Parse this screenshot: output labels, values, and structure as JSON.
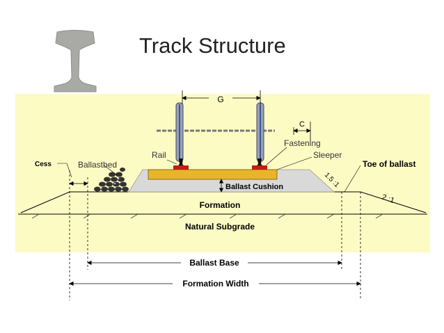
{
  "title": "Track Structure",
  "labels": {
    "gauge": "G",
    "clearance": "C",
    "fastening": "Fastening",
    "sleeper": "Sleeper",
    "rail": "Rail",
    "cess": "Cess",
    "ballastbed": "Ballastbed",
    "toe_of_ballast": "Toe of ballast",
    "slope_ballast": "1.5 :1",
    "slope_formation": "2 :1",
    "ballast_cushion": "Ballast Cushion",
    "formation": "Formation",
    "natural_subgrade": "Natural Subgrade",
    "ballast_base": "Ballast Base",
    "formation_width": "Formation Width"
  },
  "colors": {
    "background_panel": "#fdfbc4",
    "sleeper": "#e8b52a",
    "ballast": "#d9d9d9",
    "rail": "#9aa2b4",
    "fastening": "#c21d10"
  }
}
